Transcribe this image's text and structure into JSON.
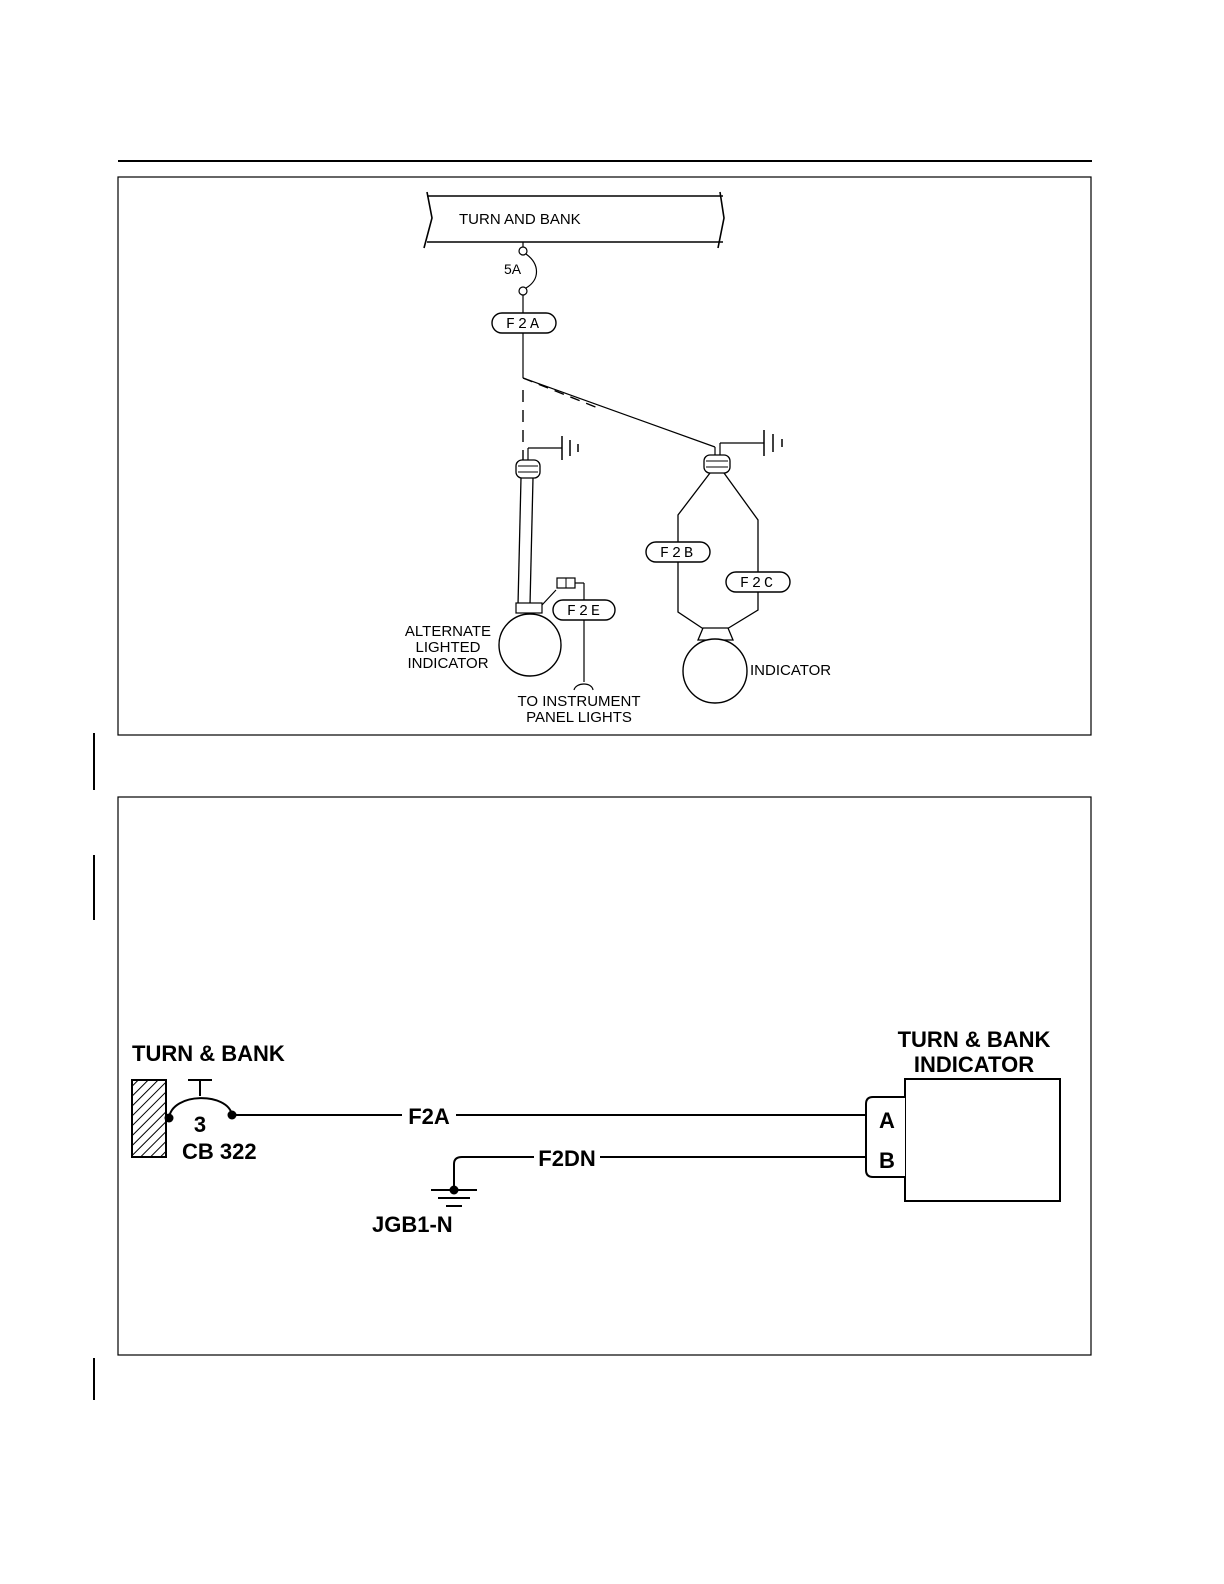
{
  "top_diagram": {
    "bus_label": "TURN AND BANK",
    "fuse_rating": "5A",
    "wires": {
      "f2a": "F2A",
      "f2b": "F2B",
      "f2c": "F2C",
      "f2e": "F2E"
    },
    "alt_indicator_label": [
      "ALTERNATE",
      "LIGHTED",
      "INDICATOR"
    ],
    "indicator_label": "INDICATOR",
    "panel_lights_label": [
      "TO INSTRUMENT",
      "PANEL LIGHTS"
    ]
  },
  "bottom_diagram": {
    "source_label": "TURN & BANK",
    "cb_number": "3",
    "cb_id": "CB 322",
    "wire_a": "F2A",
    "wire_b": "F2DN",
    "ground_label": "JGB1-N",
    "indicator_label": [
      "TURN & BANK",
      "INDICATOR"
    ],
    "pin_a": "A",
    "pin_b": "B"
  }
}
